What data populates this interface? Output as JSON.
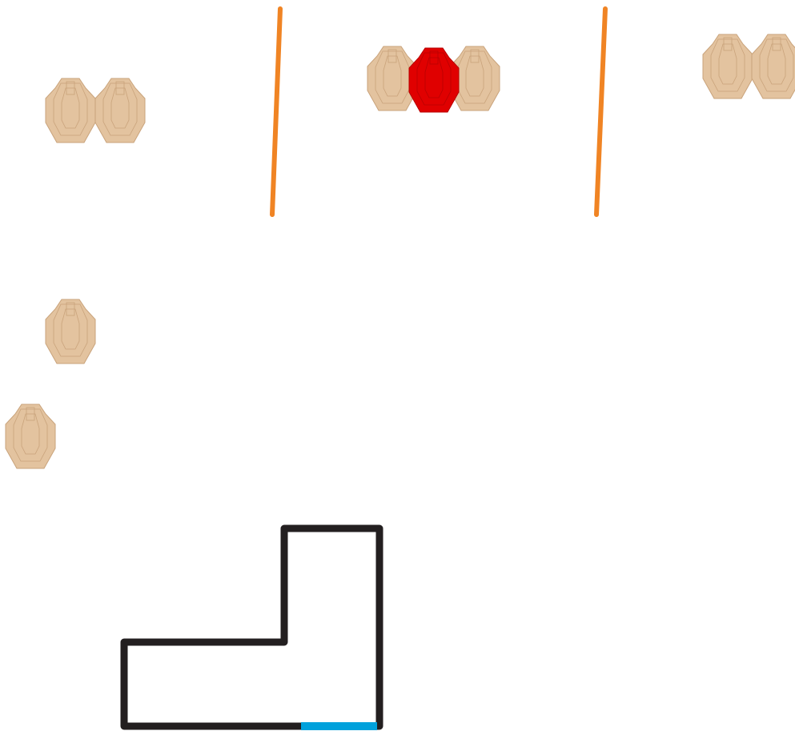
{
  "stage": {
    "target_groups": [
      {
        "id": "T1-T2",
        "targets": [
          {
            "kind": "shoot"
          },
          {
            "kind": "shoot"
          }
        ]
      },
      {
        "id": "T3-T5",
        "targets": [
          {
            "kind": "shoot"
          },
          {
            "kind": "no-shoot"
          },
          {
            "kind": "shoot"
          }
        ]
      },
      {
        "id": "T6-T7",
        "targets": [
          {
            "kind": "shoot"
          },
          {
            "kind": "shoot"
          }
        ]
      },
      {
        "id": "T8",
        "targets": [
          {
            "kind": "shoot"
          }
        ]
      },
      {
        "id": "T9",
        "targets": [
          {
            "kind": "shoot"
          }
        ]
      }
    ],
    "fault_lines": 2,
    "shooting_area": {
      "shape": "L-shaped box",
      "start_position": "bottom edge"
    }
  },
  "colors": {
    "background": "#ffffff",
    "shoot_target_fill": "#e3c39f",
    "shoot_target_stroke": "#c9a37b",
    "no_shoot_fill": "#e00000",
    "no_shoot_stroke": "#b80000",
    "fault_line": "#f08424",
    "area_outline": "#231f20",
    "start_marker": "#00a1dc"
  }
}
